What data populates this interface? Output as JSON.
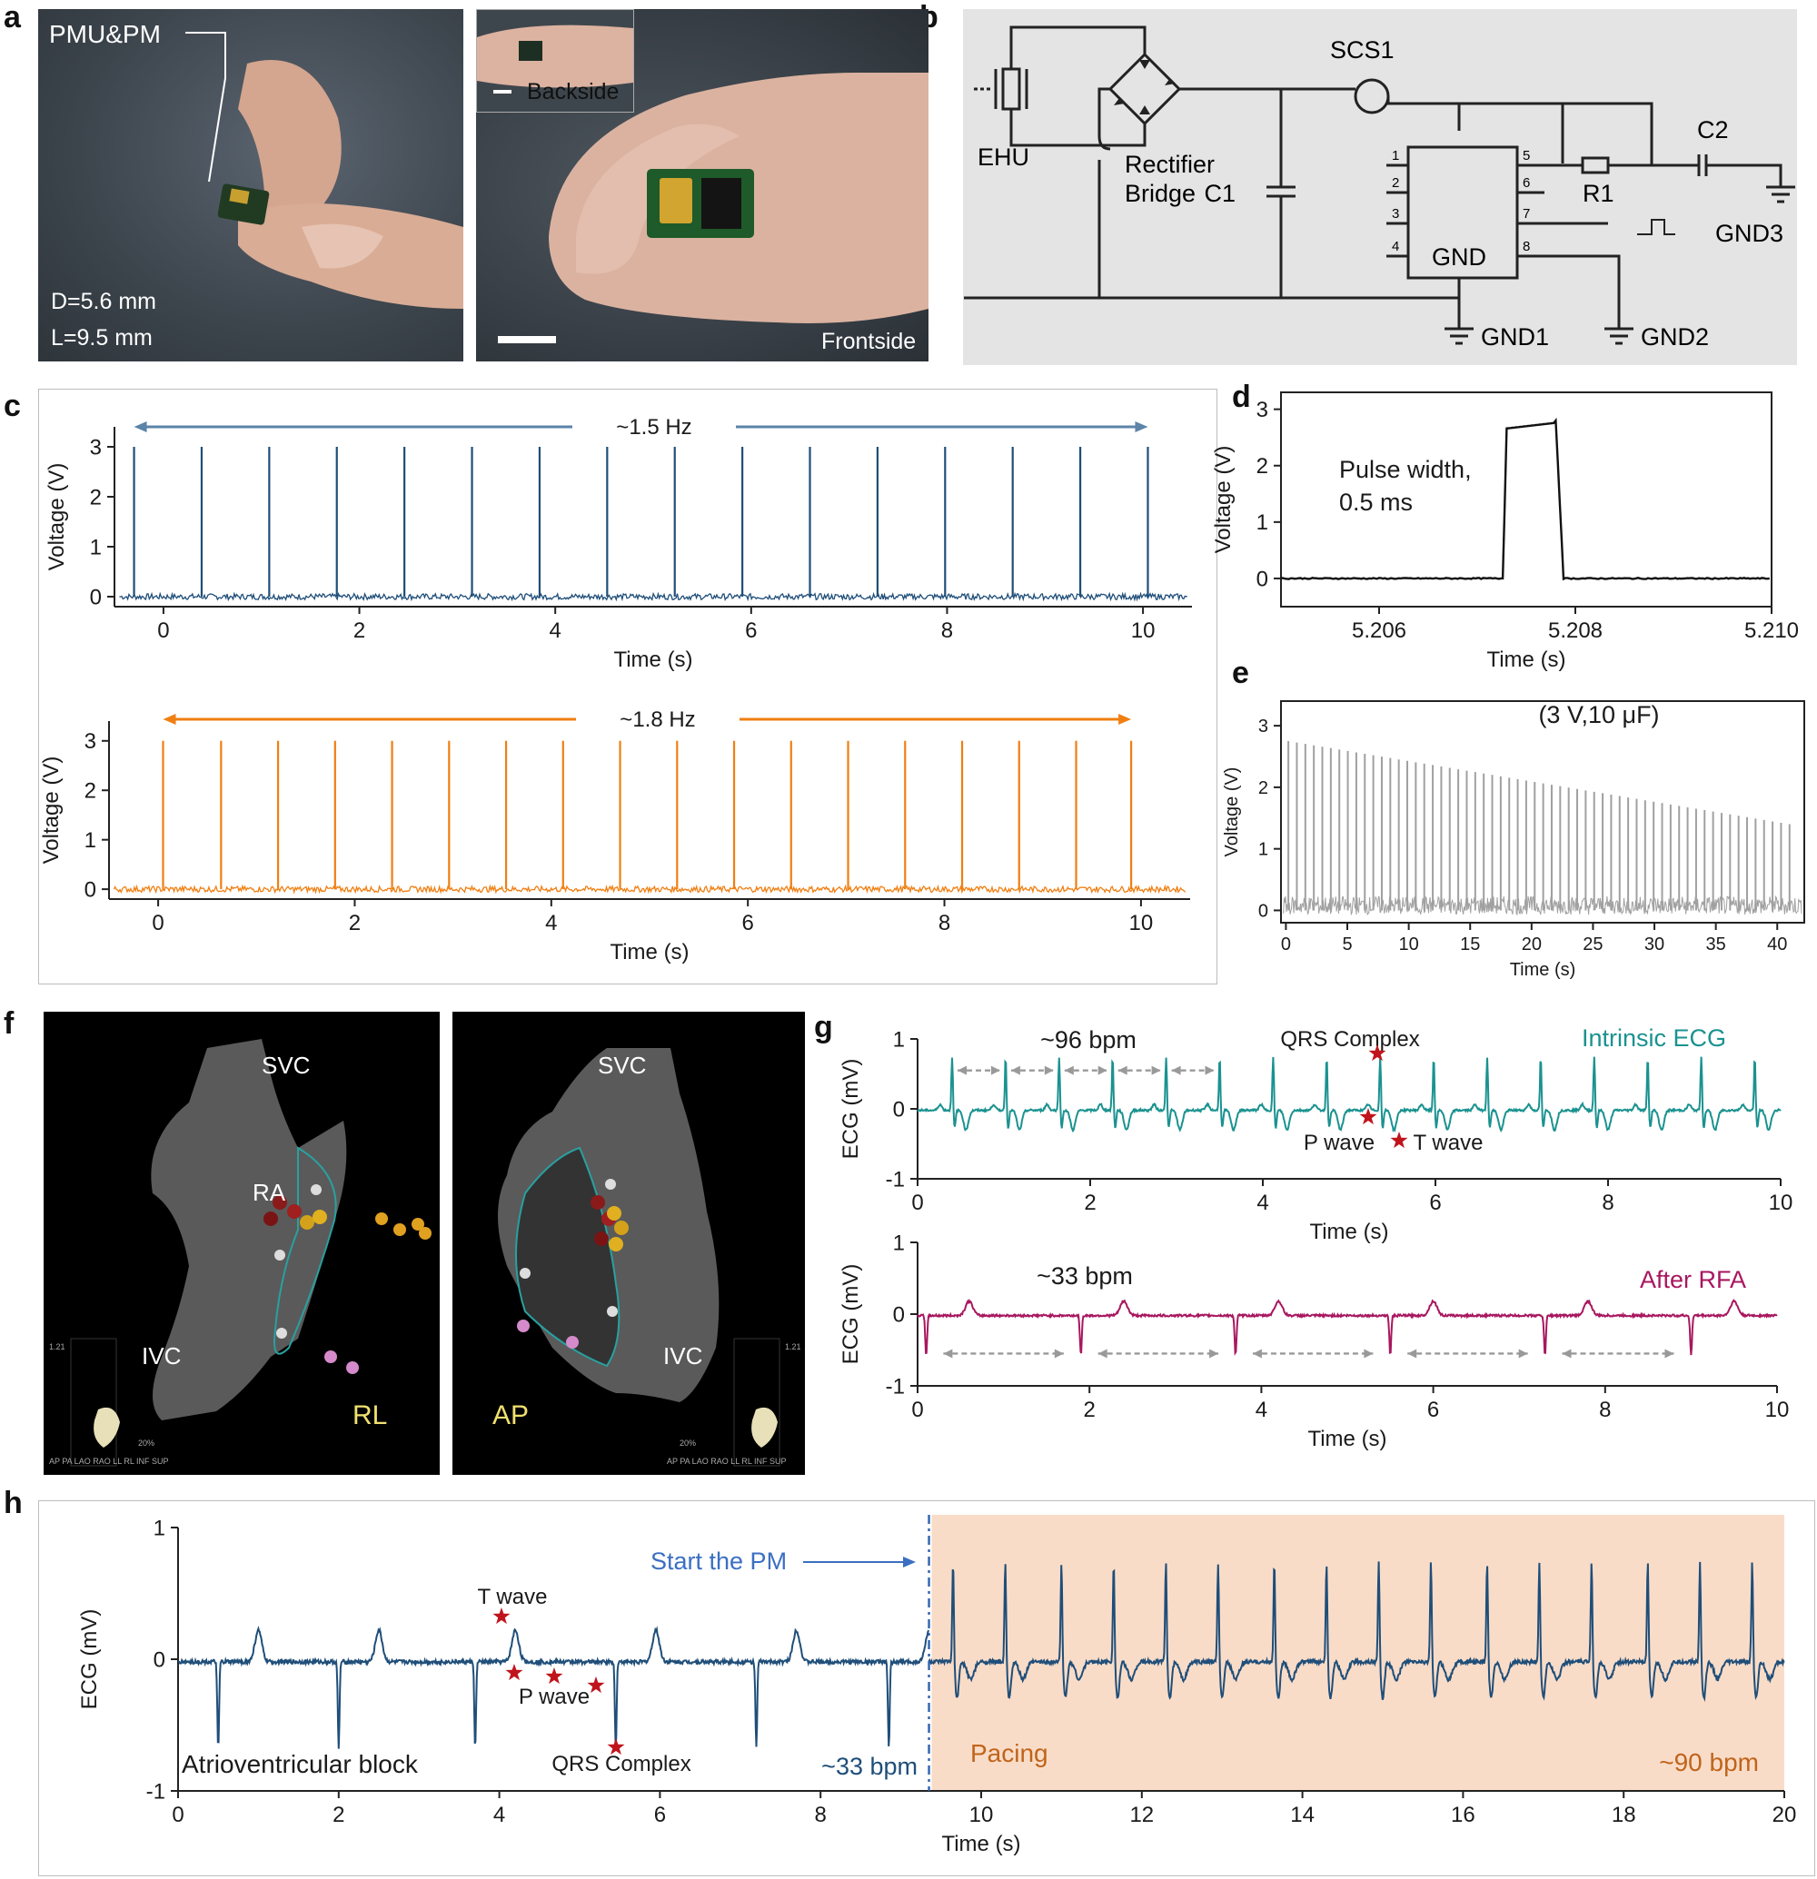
{
  "panel_letters": {
    "a": "a",
    "b": "b",
    "c": "c",
    "d": "d",
    "e": "e",
    "f": "f",
    "g": "g",
    "h": "h"
  },
  "panel_a": {
    "photo1": {
      "label": "PMU&PM",
      "dim1": "D=5.6 mm",
      "dim2": "L=9.5 mm"
    },
    "photo2": {
      "inset_label": "Backside",
      "front_label": "Frontside"
    }
  },
  "panel_b": {
    "labels": {
      "ehu": "EHU",
      "rectifier1": "Rectifier",
      "rectifier2": "Bridge",
      "c1": "C1",
      "scs1": "SCS1",
      "c2": "C2",
      "r1": "R1",
      "ic_gnd": "GND",
      "gnd1": "GND1",
      "gnd2": "GND2",
      "gnd3": "GND3"
    },
    "pins": [
      "1",
      "2",
      "3",
      "4",
      "5",
      "6",
      "7",
      "8"
    ]
  },
  "chart_data": [
    {
      "id": "c-top",
      "type": "line",
      "series": [
        {
          "values_note": "",
          "color": "#1f4e79"
        }
      ],
      "xlabel": "Time (s)",
      "ylabel": "Voltage (V)",
      "xlim": [
        -0.5,
        10.5
      ],
      "ylim": [
        -0.2,
        3.4
      ],
      "xticks": [
        "0",
        "2",
        "4",
        "6",
        "8",
        "10"
      ],
      "yticks": [
        "0",
        "1",
        "2",
        "3"
      ],
      "annotation": "~1.5 Hz",
      "pulse_times": [
        -0.3,
        0.39,
        1.08,
        1.77,
        2.46,
        3.15,
        3.84,
        4.53,
        5.22,
        5.91,
        6.6,
        7.29,
        7.98,
        8.67,
        9.36,
        10.05
      ],
      "pulse_height": 3.0,
      "color": "#1f4e79",
      "arrow_color": "#5b84a8"
    },
    {
      "id": "c-bottom",
      "type": "line",
      "xlabel": "Time (s)",
      "ylabel": "Voltage (V)",
      "xlim": [
        -0.5,
        10.5
      ],
      "ylim": [
        -0.2,
        3.4
      ],
      "xticks": [
        "0",
        "2",
        "4",
        "6",
        "8",
        "10"
      ],
      "yticks": [
        "0",
        "1",
        "2",
        "3"
      ],
      "annotation": "~1.8 Hz",
      "pulse_times": [
        0.05,
        0.64,
        1.22,
        1.8,
        2.38,
        2.96,
        3.54,
        4.12,
        4.7,
        5.28,
        5.86,
        6.44,
        7.02,
        7.6,
        8.18,
        8.76,
        9.34,
        9.9
      ],
      "pulse_height": 3.0,
      "color": "#f07f12",
      "arrow_color": "#f07f12"
    },
    {
      "id": "d",
      "type": "line",
      "xlabel": "Time (s)",
      "ylabel": "Voltage (V)",
      "xlim": [
        5.205,
        5.21
      ],
      "ylim": [
        -0.5,
        3.3
      ],
      "xticks": [
        "5.206",
        "5.208",
        "5.210"
      ],
      "yticks": [
        "0",
        "1",
        "2",
        "3"
      ],
      "annotation1": "Pulse width,",
      "annotation2": "0.5 ms",
      "pulse_start": 5.2073,
      "pulse_end": 5.2078,
      "pulse_height": 2.8,
      "color": "#111111"
    },
    {
      "id": "e",
      "type": "line",
      "xlabel": "Time (s)",
      "ylabel": "Voltage (V)",
      "xlim": [
        -0.4,
        42.2
      ],
      "ylim": [
        -0.2,
        3.4
      ],
      "xticks": [
        "0",
        "5",
        "10",
        "15",
        "20",
        "25",
        "30",
        "35",
        "40"
      ],
      "yticks": [
        "0",
        "1",
        "2",
        "3"
      ],
      "annotation": "(3 V,10 μF)",
      "pulse_count": 60,
      "pulse_start_t": 0.2,
      "pulse_end_t": 41.0,
      "start_height": 2.75,
      "end_height": 1.4,
      "color": "#a0a0a0"
    },
    {
      "id": "g-top",
      "type": "line",
      "xlabel": "Time (s)",
      "ylabel": "ECG (mV)",
      "xlim": [
        0,
        10
      ],
      "ylim": [
        -1,
        1
      ],
      "xticks": [
        "0",
        "2",
        "4",
        "6",
        "8",
        "10"
      ],
      "yticks": [
        "-1",
        "0",
        "1"
      ],
      "rate_label": "~96 bpm",
      "series_label": "Intrinsic ECG",
      "qrs_label": "QRS Complex",
      "p_label": "P wave",
      "t_label": "T wave",
      "beat_times": [
        0.4,
        1.02,
        1.64,
        2.26,
        2.88,
        3.5,
        4.12,
        4.74,
        5.36,
        5.98,
        6.6,
        7.22,
        7.84,
        8.46,
        9.08,
        9.7
      ],
      "color": "#1a9290"
    },
    {
      "id": "g-bottom",
      "type": "line",
      "xlabel": "Time (s)",
      "ylabel": "ECG (mV)",
      "xlim": [
        0,
        10
      ],
      "ylim": [
        -1,
        1
      ],
      "xticks": [
        "0",
        "2",
        "4",
        "6",
        "8",
        "10"
      ],
      "yticks": [
        "-1",
        "0",
        "1"
      ],
      "rate_label": "~33 bpm",
      "series_label": "After RFA",
      "beat_times": [
        0.1,
        1.9,
        3.7,
        5.5,
        7.3,
        9.0
      ],
      "color": "#a8175f"
    },
    {
      "id": "h",
      "type": "line",
      "xlabel": "Time (s)",
      "ylabel": "ECG (mV)",
      "xlim": [
        0,
        20
      ],
      "ylim": [
        -1,
        1
      ],
      "xticks": [
        "0",
        "2",
        "4",
        "6",
        "8",
        "10",
        "12",
        "14",
        "16",
        "18",
        "20"
      ],
      "yticks": [
        "-1",
        "0",
        "1"
      ],
      "label_block": "Atrioventricular block",
      "label_start": "Start the PM",
      "label_rate1": "~33 bpm",
      "label_pacing": "Pacing",
      "label_rate2": "~90 bpm",
      "t_label": "T wave",
      "p_label": "P wave",
      "qrs_label": "QRS Complex",
      "pm_start": 9.35,
      "slow_beats": [
        0.5,
        2.0,
        3.7,
        5.45,
        7.2,
        8.85
      ],
      "paced_beats": [
        9.65,
        10.3,
        11.0,
        11.65,
        12.3,
        12.95,
        13.65,
        14.3,
        14.95,
        15.6,
        16.3,
        16.95,
        17.6,
        18.3,
        18.95,
        19.6
      ],
      "color": "#1f4e79",
      "pacing_fill": "#f9dcc8"
    }
  ],
  "panel_f": {
    "left": {
      "svc": "SVC",
      "ra": "RA",
      "ivc": "IVC",
      "view": "RL",
      "scale": "1.21",
      "views_bar": "AP PA LAO RAO LL RL INF SUP",
      "percent": "20%"
    },
    "right": {
      "svc": "SVC",
      "ivc": "IVC",
      "view": "AP",
      "scale": "1.21",
      "views_bar": "AP PA LAO RAO LL RL INF SUP",
      "percent": "20%"
    }
  }
}
